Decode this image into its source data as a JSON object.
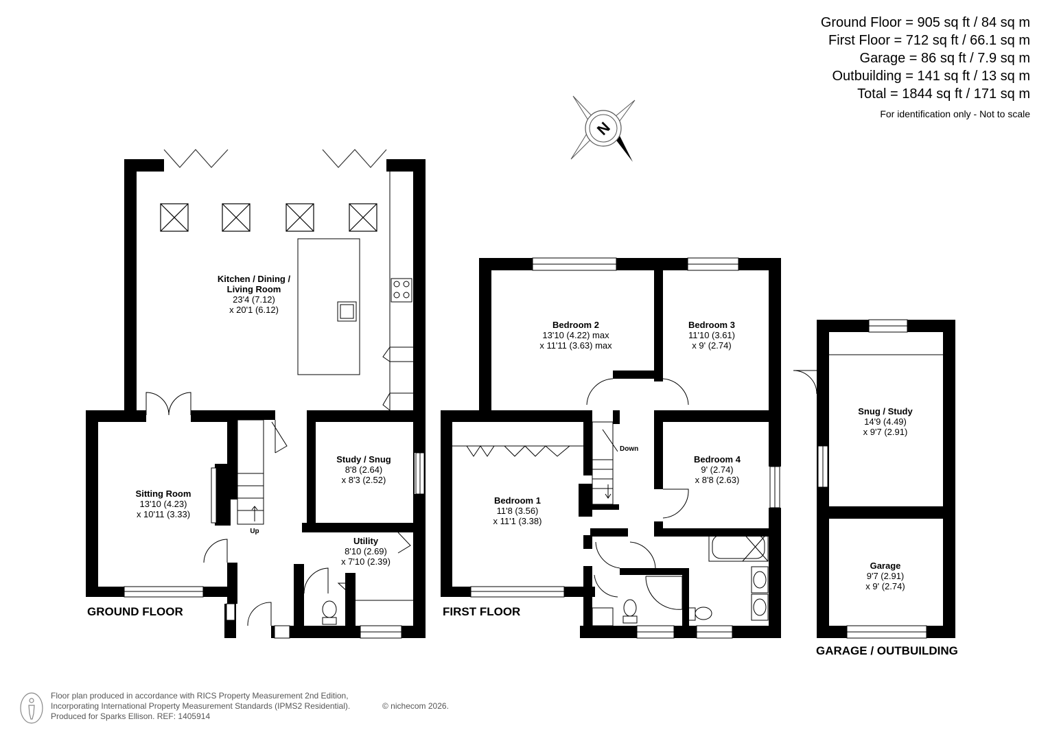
{
  "areas": {
    "ground": "Ground Floor = 905 sq ft / 84 sq m",
    "first": "First Floor = 712 sq ft / 66.1 sq m",
    "garage": "Garage = 86 sq ft / 7.9 sq m",
    "outbuilding": "Outbuilding = 141 sq ft / 13 sq m",
    "total": "Total = 1844 sq ft / 171 sq m",
    "note": "For identification only - Not to scale"
  },
  "compass": {
    "letter": "N"
  },
  "floors": {
    "ground": "GROUND FLOOR",
    "first": "FIRST FLOOR",
    "garage": "GARAGE / OUTBUILDING"
  },
  "rooms": {
    "kitchen": {
      "name1": "Kitchen / Dining /",
      "name2": "Living Room",
      "dim1": "23'4 (7.12)",
      "dim2": "x 20'1 (6.12)"
    },
    "sitting": {
      "name": "Sitting Room",
      "dim1": "13'10 (4.23)",
      "dim2": "x 10'11 (3.33)"
    },
    "study": {
      "name": "Study / Snug",
      "dim1": "8'8 (2.64)",
      "dim2": "x 8'3 (2.52)"
    },
    "utility": {
      "name": "Utility",
      "dim1": "8'10 (2.69)",
      "dim2": "x 7'10 (2.39)"
    },
    "bed1": {
      "name": "Bedroom 1",
      "dim1": "11'8 (3.56)",
      "dim2": "x 11'1 (3.38)"
    },
    "bed2": {
      "name": "Bedroom 2",
      "dim1": "13'10 (4.22) max",
      "dim2": "x 11'11 (3.63) max"
    },
    "bed3": {
      "name": "Bedroom 3",
      "dim1": "11'10 (3.61)",
      "dim2": "x 9' (2.74)"
    },
    "bed4": {
      "name": "Bedroom 4",
      "dim1": "9' (2.74)",
      "dim2": "x 8'8 (2.63)"
    },
    "snug": {
      "name": "Snug / Study",
      "dim1": "14'9 (4.49)",
      "dim2": "x 9'7 (2.91)"
    },
    "garage": {
      "name": "Garage",
      "dim1": "9'7 (2.91)",
      "dim2": "x 9' (2.74)"
    }
  },
  "stairs": {
    "up": "Up",
    "down": "Down"
  },
  "footer": {
    "line1": "Floor plan produced in accordance with RICS Property Measurement 2nd Edition,",
    "line2": "Incorporating International Property Measurement Standards (IPMS2 Residential).",
    "line3": "Produced for Sparks Ellison.   REF: 1405914",
    "brand": "© nichecom 2026."
  }
}
